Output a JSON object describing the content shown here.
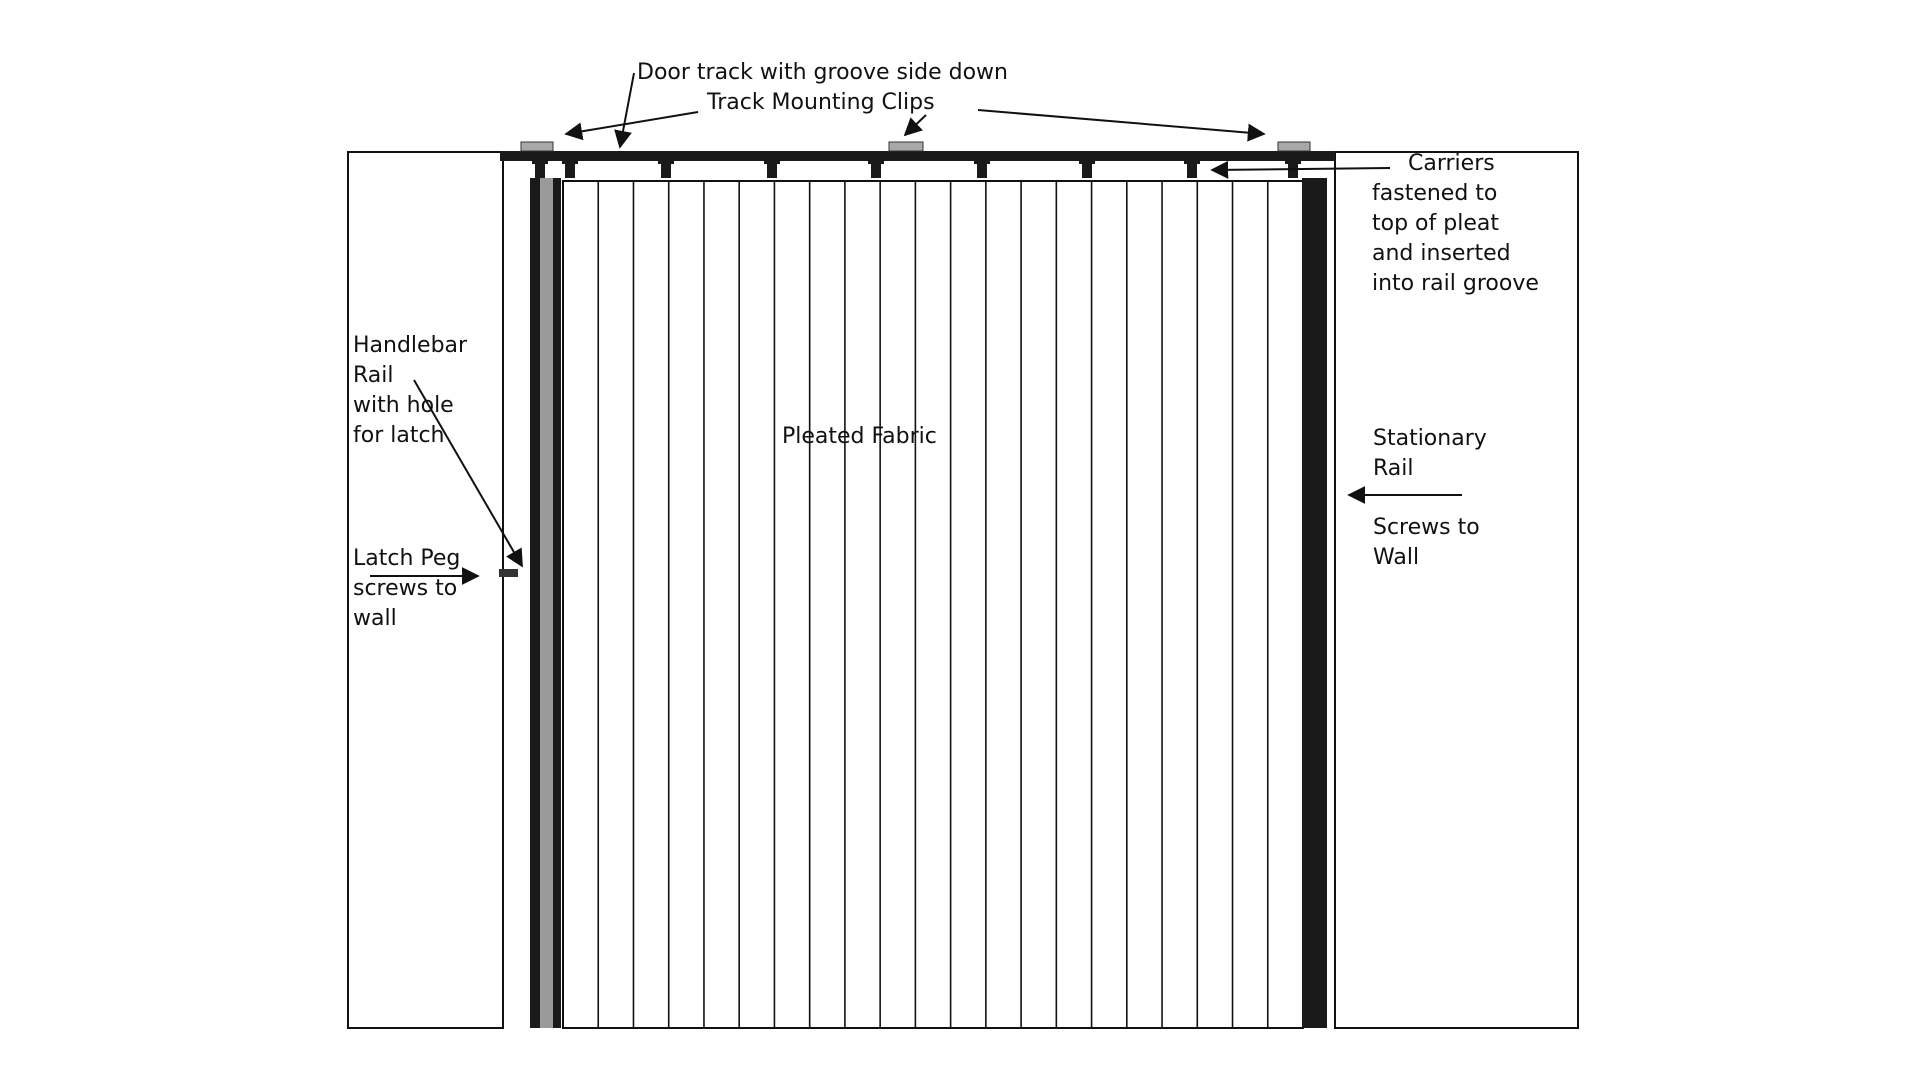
{
  "diagram": {
    "labels": {
      "door_track": "Door track with groove side down",
      "mounting_clips": "Track Mounting Clips",
      "carriers": [
        "Carriers",
        "fastened to",
        "top of pleat",
        "and inserted",
        "into rail groove"
      ],
      "handlebar_rail": [
        "Handlebar",
        "Rail",
        "with hole",
        "for latch"
      ],
      "pleated_fabric": "Pleated Fabric",
      "stationary_rail": [
        "Stationary",
        "Rail"
      ],
      "screws_to_wall": [
        "Screws to",
        "Wall"
      ],
      "latch_peg": [
        "Latch Peg",
        "screws to",
        "wall"
      ]
    },
    "colors": {
      "line": "#111111",
      "rail_dark": "#1a1a1a",
      "rail_grey": "#9a9a9a",
      "clip": "#a8a8a8"
    }
  }
}
